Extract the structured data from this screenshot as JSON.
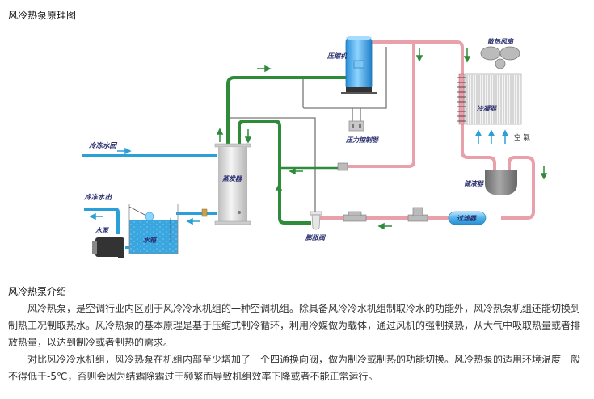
{
  "page": {
    "title": "风冷热泵原理图"
  },
  "diagram": {
    "labels": {
      "compressor": "压缩机",
      "fan": "散热风扇",
      "condenser": "冷凝器",
      "air": "空 氣",
      "pressure_controller": "压力控制器",
      "evaporator": "蒸发器",
      "receiver": "储液器",
      "filter": "过滤器",
      "expansion_valve": "膨胀阀",
      "chilled_water_return": "冷冻水回",
      "chilled_water_out": "冷冻水出",
      "pump": "水泵",
      "water_tank": "水箱"
    },
    "colors": {
      "refrigerant_hot": "#e8a0aa",
      "refrigerant_suction": "#2e8b3a",
      "water": "#2a9fd8",
      "control_line": "#777777",
      "arrow_green": "#2e8b3a",
      "arrow_blue": "#2a9fd8",
      "label": "#2a2f6e"
    }
  },
  "intro": {
    "title": "风冷热泵介绍",
    "paragraphs": [
      "风冷热泵，是空调行业内区别于风冷冷水机组的一种空调机组。除具备风冷冷水机组制取冷水的功能外，风冷热泵机组还能切换到制热工况制取热水。风冷热泵的基本原理是基于压缩式制冷循环，利用冷媒做为载体，通过风机的强制换热，从大气中吸取热量或者排放热量，以达到制冷或者制热的需求。",
      "对比风冷冷水机组，风冷热泵在机组内部至少增加了一个四通换向阀，做为制冷或制热的功能切换。风冷热泵的适用环境温度一般不得低于-5℃，否则会因为结霜除霜过于频繁而导致机组效率下降或者不能正常运行。"
    ]
  }
}
